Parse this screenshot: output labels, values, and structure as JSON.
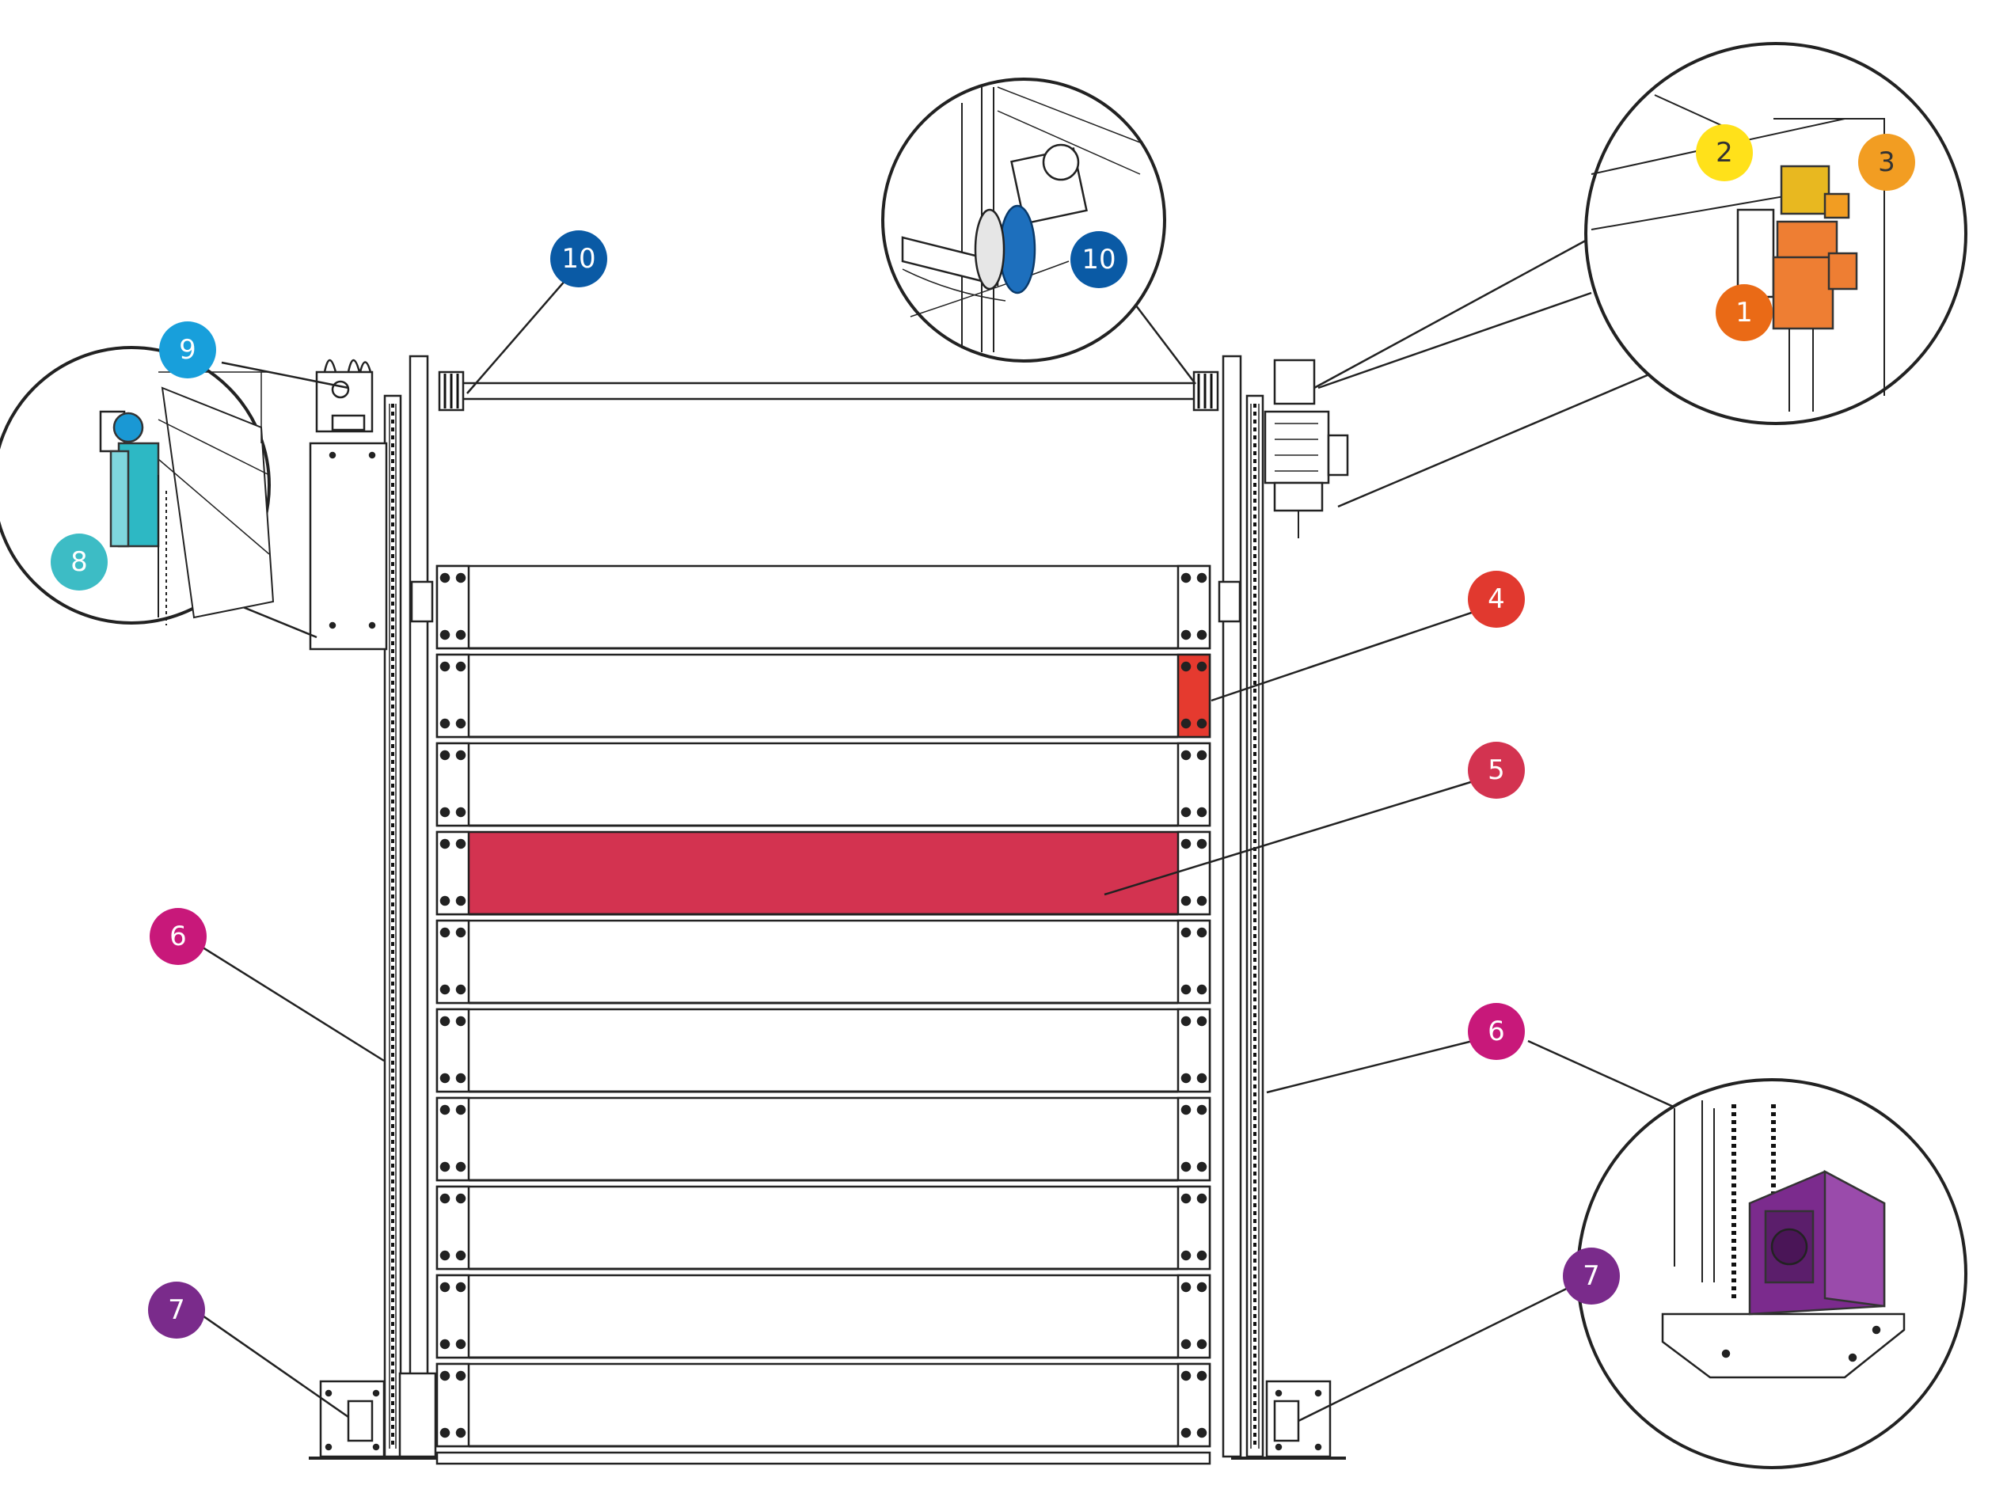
{
  "colors": {
    "line": "#222222",
    "panel_red": "#e53a2f",
    "panel_crimson": "#d33350",
    "motor_orange": "#ee7e33",
    "purple": "#7b2b8d"
  },
  "callouts": [
    {
      "id": "c1",
      "label": "1",
      "color": "#ea6a16",
      "text_dark": false
    },
    {
      "id": "c2",
      "label": "2",
      "color": "#ffe11a",
      "text_dark": true
    },
    {
      "id": "c3",
      "label": "3",
      "color": "#f29d22",
      "text_dark": true
    },
    {
      "id": "c4",
      "label": "4",
      "color": "#e1392f",
      "text_dark": false
    },
    {
      "id": "c5",
      "label": "5",
      "color": "#d33350",
      "text_dark": false
    },
    {
      "id": "c6a",
      "label": "6",
      "color": "#c8187a",
      "text_dark": false
    },
    {
      "id": "c6b",
      "label": "6",
      "color": "#c8187a",
      "text_dark": false
    },
    {
      "id": "c7a",
      "label": "7",
      "color": "#7a2b8b",
      "text_dark": false
    },
    {
      "id": "c7b",
      "label": "7",
      "color": "#7a2b8b",
      "text_dark": false
    },
    {
      "id": "c8",
      "label": "8",
      "color": "#3dbcc5",
      "text_dark": false
    },
    {
      "id": "c9",
      "label": "9",
      "color": "#189fdb",
      "text_dark": false
    },
    {
      "id": "c10a",
      "label": "10",
      "color": "#0a5aa5",
      "text_dark": false
    },
    {
      "id": "c10b",
      "label": "10",
      "color": "#0a5aa5",
      "text_dark": false
    }
  ]
}
